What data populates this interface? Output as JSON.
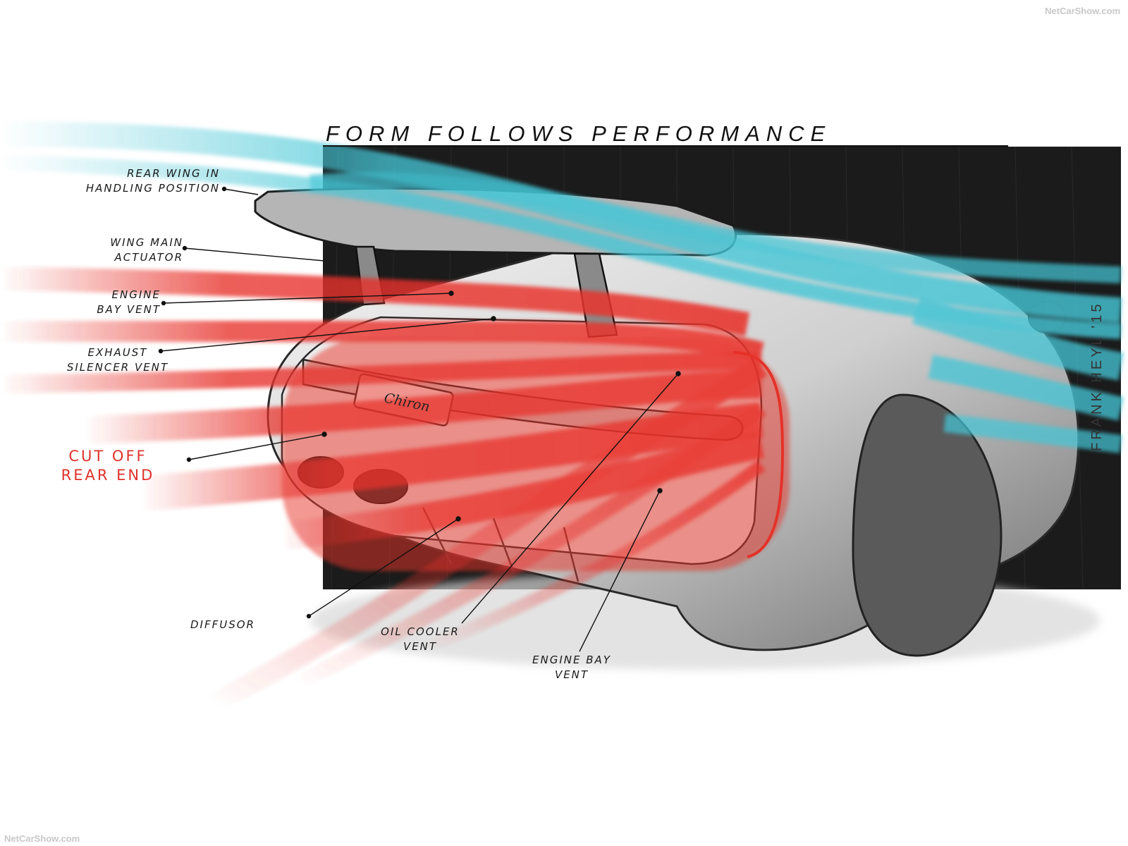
{
  "watermarks": {
    "top_right": "NetCarShow.com",
    "bottom_left": "NetCarShow.com"
  },
  "title": "Form follows performance",
  "callouts": {
    "rear_wing": [
      "Rear wing in",
      "handling position"
    ],
    "wing_actuator": [
      "Wing main",
      "actuator"
    ],
    "engine_bay_vent_top": [
      "Engine",
      "bay vent"
    ],
    "exhaust_vent": [
      "Exhaust",
      "silencer vent"
    ],
    "cut_off": [
      "Cut off",
      "rear end"
    ],
    "diffusor": [
      "Diffusor"
    ],
    "oil_cooler": [
      "Oil cooler",
      "vent"
    ],
    "engine_bay_vent_bottom": [
      "Engine bay",
      "vent"
    ]
  },
  "car_badge": "Chiron",
  "signature": "Frank Heyl '15",
  "colors": {
    "cold_air": "#45c6d6",
    "hot_air": "#e8332c",
    "backdrop": "#1b1b1b",
    "annotation_red": "#e0322b"
  }
}
